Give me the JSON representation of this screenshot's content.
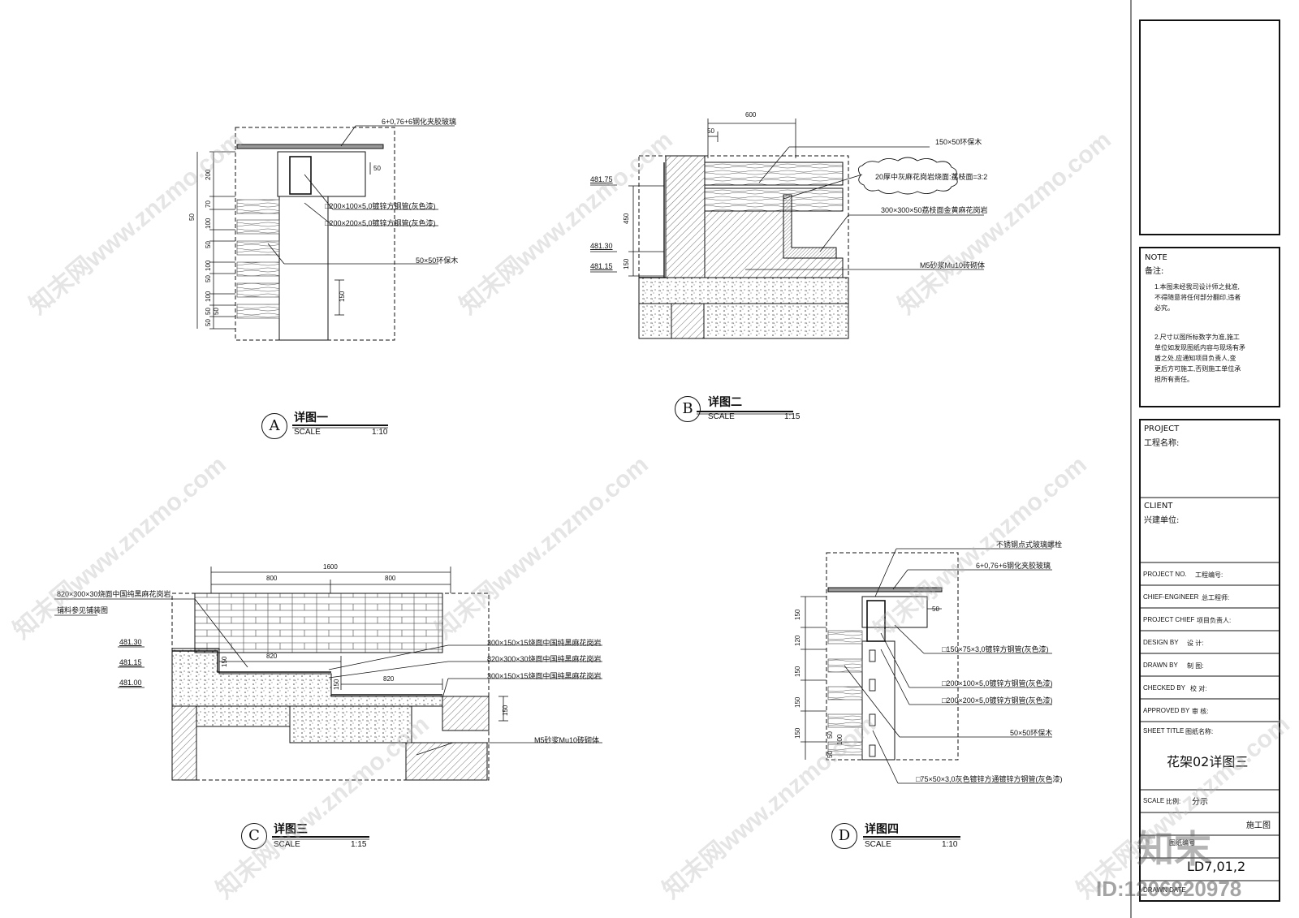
{
  "detail_a": {
    "circle": "A",
    "name": "详图一",
    "scale_label": "SCALE",
    "scale": "1:10",
    "labels": {
      "glass": "6+0,76+6钢化夹胶玻璃",
      "pipe_200x100": "□200×100×5,0镀锌方钢管(灰色漆)",
      "pipe_200x200": "□200×200×5,0镀锌方钢管(灰色漆)",
      "wood": "50×50环保木"
    },
    "dims": {
      "d200": "200",
      "d50": "50",
      "d70": "70",
      "d100a": "100",
      "d50b": "50",
      "d100b": "100",
      "d50c": "50",
      "d100c": "100",
      "d50d": "50",
      "d50e": "50",
      "d50f": "50",
      "d150": "150",
      "d50h": "50"
    }
  },
  "detail_b": {
    "circle": "B",
    "name": "详图二",
    "scale_label": "SCALE",
    "scale": "1:15",
    "labels": {
      "wood": "150×50环保木",
      "granite_top": "20厚中灰麻花岗岩烧面:荔枝面=3:2",
      "granite_block": "300×300×50荔枝面金黄麻花岗岩",
      "masonry": "M5砂浆Mu10砖砌体"
    },
    "dims": {
      "d600": "600",
      "d50": "50",
      "d450": "450",
      "d150": "150"
    },
    "elevations": [
      "481.75",
      "481.30",
      "481.15"
    ]
  },
  "detail_c": {
    "circle": "C",
    "name": "详图三",
    "scale_label": "SCALE",
    "scale": "1:15",
    "labels": {
      "top_granite": "820×300×30烧面中国纯黑麻花岗岩",
      "paving_ref": "铺料参见铺装图",
      "l1": "300×150×15烧面中国纯黑麻花岗岩",
      "l2": "820×300×30烧面中国纯黑麻花岗岩",
      "l3": "300×150×15烧面中国纯黑麻花岗岩",
      "masonry": "M5砂浆Mu10砖砌体"
    },
    "dims": {
      "d1600": "1600",
      "d800a": "800",
      "d800b": "800",
      "d820a": "820",
      "d820b": "820",
      "d150a": "150",
      "d150b": "150",
      "d150c": "150"
    },
    "elevations": [
      "481.30",
      "481.15",
      "481.00"
    ]
  },
  "detail_d": {
    "circle": "D",
    "name": "详图四",
    "scale_label": "SCALE",
    "scale": "1:10",
    "labels": {
      "bolt": "不锈钢点式玻璃螺栓",
      "glass": "6+0,76+6钢化夹胶玻璃",
      "pipe_150": "□150×75×3,0镀锌方钢管(灰色漆)",
      "pipe_200x100": "□200×100×5,0镀锌方钢管(灰色漆)",
      "pipe_200x200": "□200×200×5,0镀锌方钢管(灰色漆)",
      "wood": "50×50环保木",
      "pipe_75": "□75×50×3,0灰色镀锌方通镀锌方钢管(灰色漆)"
    },
    "dims": {
      "d150a": "150",
      "d120": "120",
      "d150b": "150",
      "d150c": "150",
      "d150d": "150",
      "d50a": "50",
      "d100": "100",
      "d50b": "50",
      "d50c": "50"
    }
  },
  "title_block": {
    "note_en": "NOTE",
    "note_cn": "备注:",
    "note1": [
      "1.本图未经我司设计师之批准,",
      "不得随意将任何部分翻印,违者",
      "必究。"
    ],
    "note2": [
      "2.尺寸以图所标数字为准,施工",
      "单位如发现图纸内容与现场有矛",
      "盾之处,应通知项目负责人,变",
      "更后方可施工,否则施工单位承",
      "担所有责任。"
    ],
    "project_en": "PROJECT",
    "project_cn": "工程名称:",
    "client_en": "CLIENT",
    "client_cn": "兴建单位:",
    "rows": [
      {
        "en": "PROJECT NO.",
        "cn": "工程编号:"
      },
      {
        "en": "CHIEF-ENGINEER",
        "cn": "总工程师:"
      },
      {
        "en": "PROJECT CHIEF",
        "cn": "项目负责人:"
      },
      {
        "en": "DESIGN BY",
        "cn": "设  计:"
      },
      {
        "en": "DRAWN BY",
        "cn": "制  图:"
      },
      {
        "en": "CHECKED BY",
        "cn": "校  对:"
      },
      {
        "en": "APPROVED BY",
        "cn": "审  核:"
      }
    ],
    "sheet_title_en": "SHEET TITLE",
    "sheet_title_cn": "图纸名称:",
    "sheet_title": "花架02详图三",
    "scale_en": "SCALE",
    "scale_cn": "比例:",
    "scale_value": "分示",
    "stage": "施工图",
    "drawing_no_label": "图纸编号",
    "drawing_no": "LD7,01,2",
    "date_label": "DRAWN DATE"
  },
  "watermarks": {
    "site": "知末网www.znzmo.com",
    "logo": "知末",
    "id": "ID:1206820978"
  }
}
